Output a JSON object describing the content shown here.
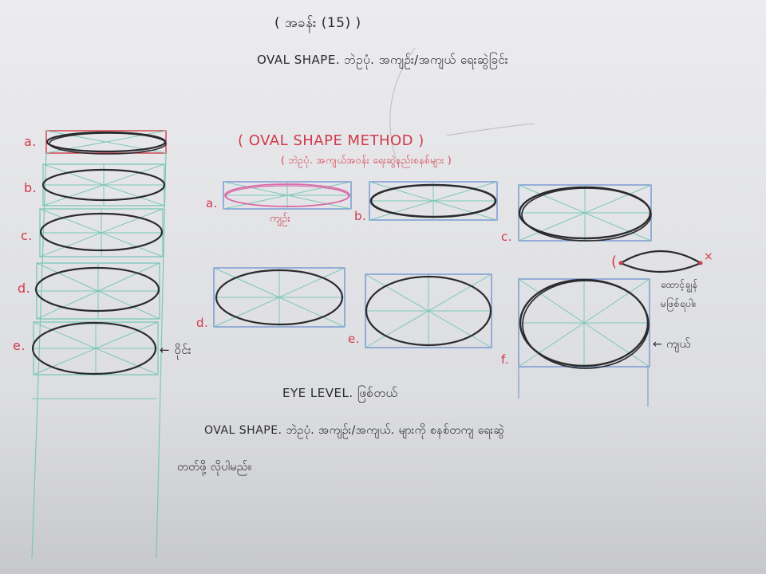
{
  "colors": {
    "board_top": "#ebebee",
    "board_bottom": "#c9cacd",
    "ink": "#2b2b2e",
    "red_marker": "#d23a4a",
    "pink_marker": "#d86aa8",
    "blue_line": "#6a8fd0",
    "green_line": "#7cc7b8"
  },
  "header": {
    "lesson_number": "( အခန်း (15) )",
    "topic": "OVAL SHAPE. ဘဲဥပုံ. အကျဉ်း/အကျယ် ရေးဆွဲခြင်း"
  },
  "method": {
    "title": "( OVAL SHAPE METHOD )",
    "subtitle": "( ဘဲဥပုံ. အကျယ်အဝန်း ရေးဆွဲနည်းစနစ်များ )"
  },
  "left_column": {
    "labels": [
      "a.",
      "b.",
      "c.",
      "d.",
      "e."
    ],
    "annotation": "← ဝိုင်း"
  },
  "method_grid": {
    "labels": [
      "a.",
      "b.",
      "c.",
      "d.",
      "e.",
      "f."
    ],
    "narrow_note": "ကျဉ်း",
    "wide_note": "← ကျယ်"
  },
  "side_note": {
    "paren": "(",
    "cross": "×",
    "line1": "ထောင့်ချွန်",
    "line2": "မဖြစ်ရပါ။"
  },
  "footer": {
    "eye_level": "EYE LEVEL. ဖြစ်တယ်",
    "summary_line1": "OVAL SHAPE. ဘဲဥပုံ. အကျဉ်း/အကျယ်. များကို စနစ်တကျ ရေးဆွဲ",
    "summary_line2": "တတ်ဖို့ လိုပါမည်။"
  }
}
